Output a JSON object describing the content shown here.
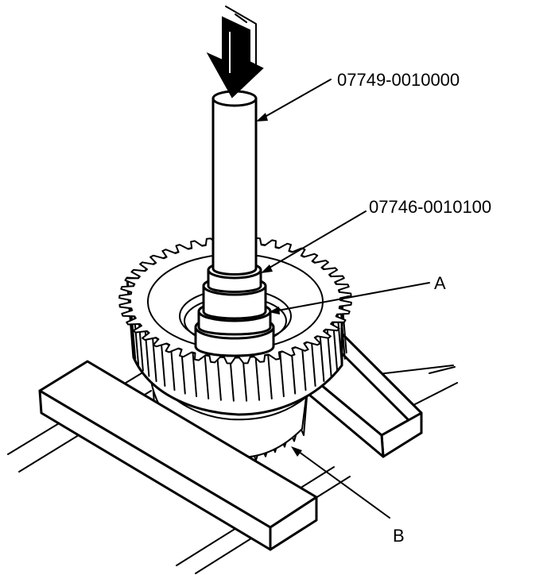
{
  "labels": {
    "tool_1": "07749-0010000",
    "tool_2": "07746-0010100",
    "part_a": "A",
    "part_b": "B"
  },
  "icons": {
    "press_arrow": "press-down-arrow-icon"
  },
  "colors": {
    "ink": "#000000",
    "paper": "#ffffff"
  }
}
